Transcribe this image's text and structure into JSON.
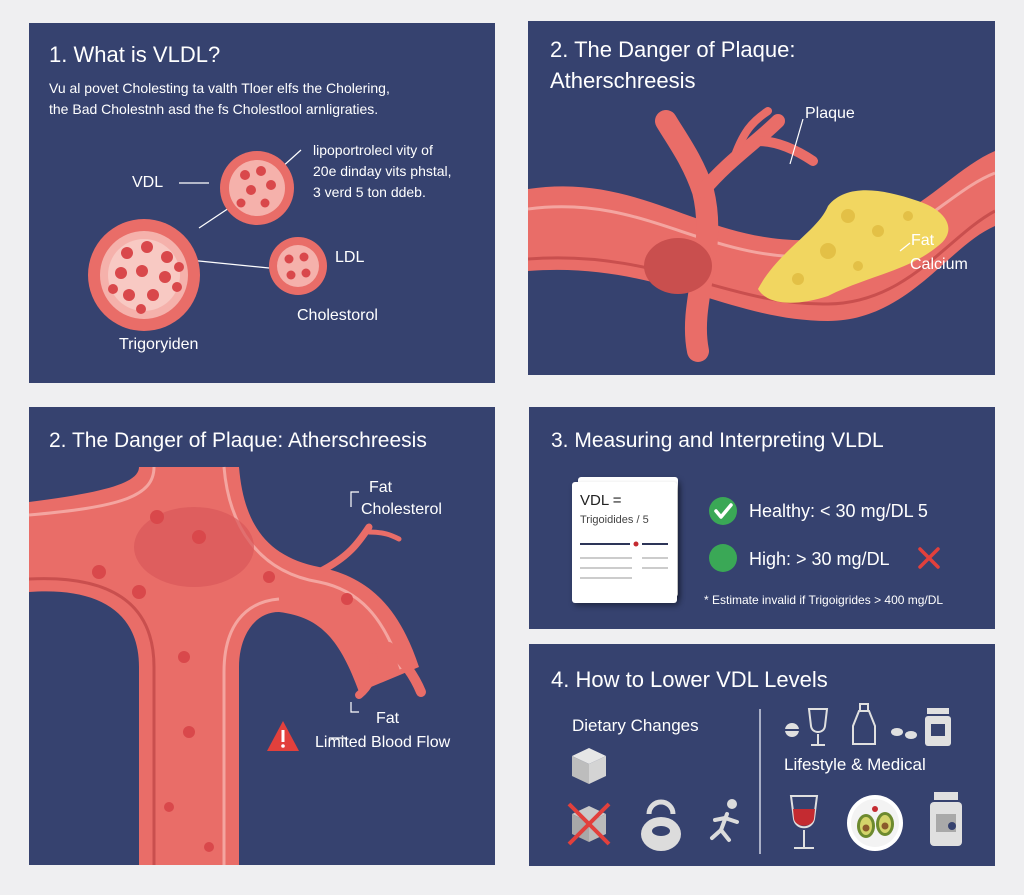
{
  "colors": {
    "panel": "#36426f",
    "background": "#efeff1",
    "artery": "#e96d68",
    "artery_dark": "#c94f4e",
    "plaque": "#f1d660",
    "healthy": "#3aa856",
    "danger": "#e2403c"
  },
  "panel1": {
    "title": "1. What is VLDL?",
    "intro_line1": "Vu al povet Cholesting ta valth Tloer elfs the Cholering,",
    "intro_line2": "the Bad Cholestnh asd the fs Cholestlool arnligraties.",
    "label_vdl": "VDL",
    "desc_line1": "lipoportrolecl vity of",
    "desc_line2": "20e dinday vits phstal,",
    "desc_line3": "3 verd 5 ton ddeb.",
    "label_ldl": "LDL",
    "label_cholesterol": "Cholestorol",
    "label_trig": "Trigoryiden"
  },
  "panel2": {
    "title_line1": "2. The Danger of Plaque:",
    "title_line2": "Atherschreesis",
    "label_plaque": "Plaque",
    "label_fat": "Fat",
    "label_calcium": "Calcium"
  },
  "panel3": {
    "title": "2. The Danger of Plaque: Atherschreesis",
    "label_fat_top": "Fat",
    "label_cholesterol": "Cholesterol",
    "label_fat_bottom": "Fat",
    "label_flow": "Limited Blood Flow",
    "warning_icon": "warning-icon"
  },
  "panel4": {
    "title": "3. Measuring and Interpreting VLDL",
    "formula_line1": "VDL =",
    "formula_line2": "Trigoidides / 5",
    "healthy": "Healthy: < 30 mg/DL 5",
    "high": "High: > 30 mg/DL",
    "note": "* Estimate invalid if Trigoigrides > 400 mg/DL",
    "icons": [
      "check-icon",
      "green-dot-icon",
      "cross-icon"
    ]
  },
  "panel5": {
    "title": "4. How to Lower VDL Levels",
    "dietary": "Dietary Changes",
    "lifestyle": "Lifestyle & Medical",
    "icons": [
      "cube-icon",
      "crossed-box-icon",
      "kettlebell-icon",
      "running-icon",
      "pill-icon",
      "wine-glass-icon",
      "bottle-icon",
      "capsules-icon",
      "pill-jar-icon",
      "red-wine-icon",
      "avocado-icon",
      "medicine-jar-icon"
    ]
  }
}
